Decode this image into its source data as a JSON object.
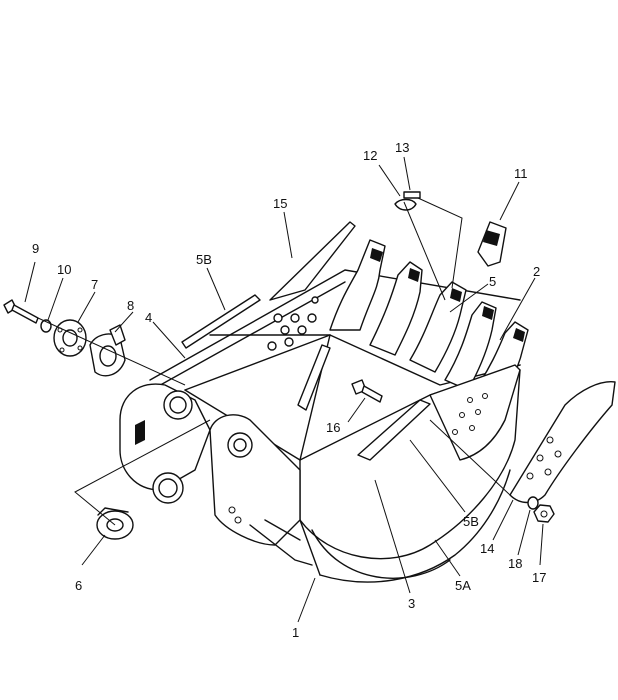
{
  "labels": [
    {
      "id": "1",
      "text": "1"
    },
    {
      "id": "2",
      "text": "2"
    },
    {
      "id": "3",
      "text": "3"
    },
    {
      "id": "4",
      "text": "4"
    },
    {
      "id": "5",
      "text": "5"
    },
    {
      "id": "5A",
      "text": "5A"
    },
    {
      "id": "5B-left",
      "text": "5B"
    },
    {
      "id": "5B-right",
      "text": "5B"
    },
    {
      "id": "6",
      "text": "6"
    },
    {
      "id": "7",
      "text": "7"
    },
    {
      "id": "8",
      "text": "8"
    },
    {
      "id": "9",
      "text": "9"
    },
    {
      "id": "10",
      "text": "10"
    },
    {
      "id": "11",
      "text": "11"
    },
    {
      "id": "12",
      "text": "12"
    },
    {
      "id": "13",
      "text": "13"
    },
    {
      "id": "14",
      "text": "14"
    },
    {
      "id": "15",
      "text": "15"
    },
    {
      "id": "16",
      "text": "16"
    },
    {
      "id": "17",
      "text": "17"
    },
    {
      "id": "18",
      "text": "18"
    }
  ]
}
